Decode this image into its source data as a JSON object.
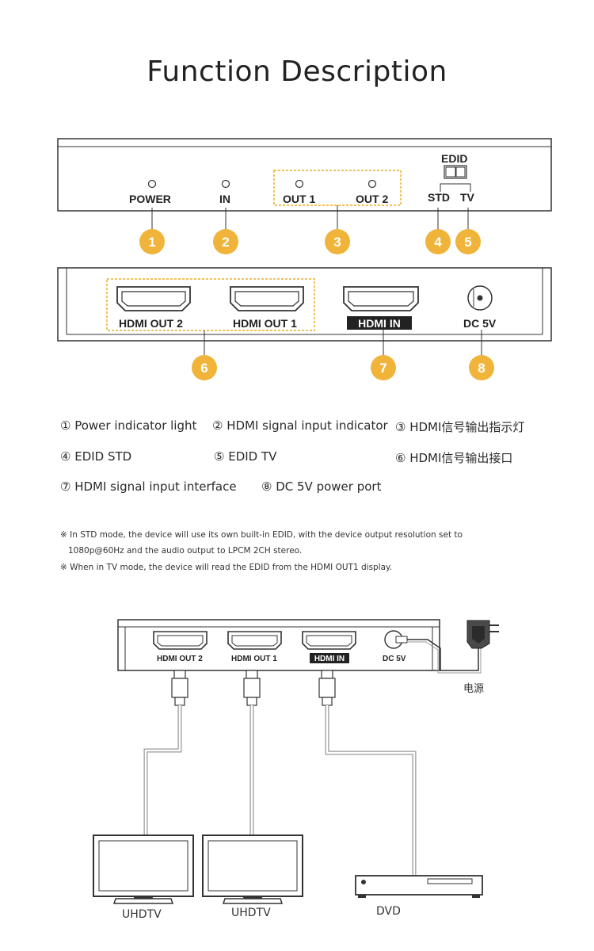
{
  "title": "Function Description",
  "front_panel": {
    "power": "POWER",
    "in": "IN",
    "out1": "OUT 1",
    "out2": "OUT 2",
    "edid": "EDID",
    "std": "STD",
    "tv": "TV"
  },
  "back_panel": {
    "hdmi_out2": "HDMI OUT 2",
    "hdmi_out1": "HDMI OUT 1",
    "hdmi_in": "HDMI IN",
    "dc": "DC 5V"
  },
  "badges": [
    "1",
    "2",
    "3",
    "4",
    "5",
    "6",
    "7",
    "8"
  ],
  "legend": [
    "① Power indicator light",
    "② HDMI signal input indicator",
    "③ HDMI信号输出指示灯",
    "④ EDID STD",
    "⑤ EDID TV",
    "⑥ HDMI信号输出接口",
    "⑦ HDMI signal input interface",
    "⑧ DC 5V power port"
  ],
  "notes": [
    "※ In STD mode, the device will use its own built-in EDID, with the device output resolution set to",
    "1080p@60Hz and the audio output to LPCM 2CH stereo.",
    "※ When in TV mode, the device will read the EDID from the HDMI OUT1 display."
  ],
  "connection": {
    "hdmi_out2": "HDMI OUT 2",
    "hdmi_out1": "HDMI OUT 1",
    "hdmi_in": "HDMI IN",
    "dc": "DC 5V",
    "power": "电源",
    "tv1": "UHDTV",
    "tv2": "UHDTV",
    "dvd": "DVD"
  },
  "colors": {
    "badge": "#f0b43a",
    "dashed": "#f2c25a",
    "line": "#333333",
    "cable": "#9a9a9a"
  }
}
